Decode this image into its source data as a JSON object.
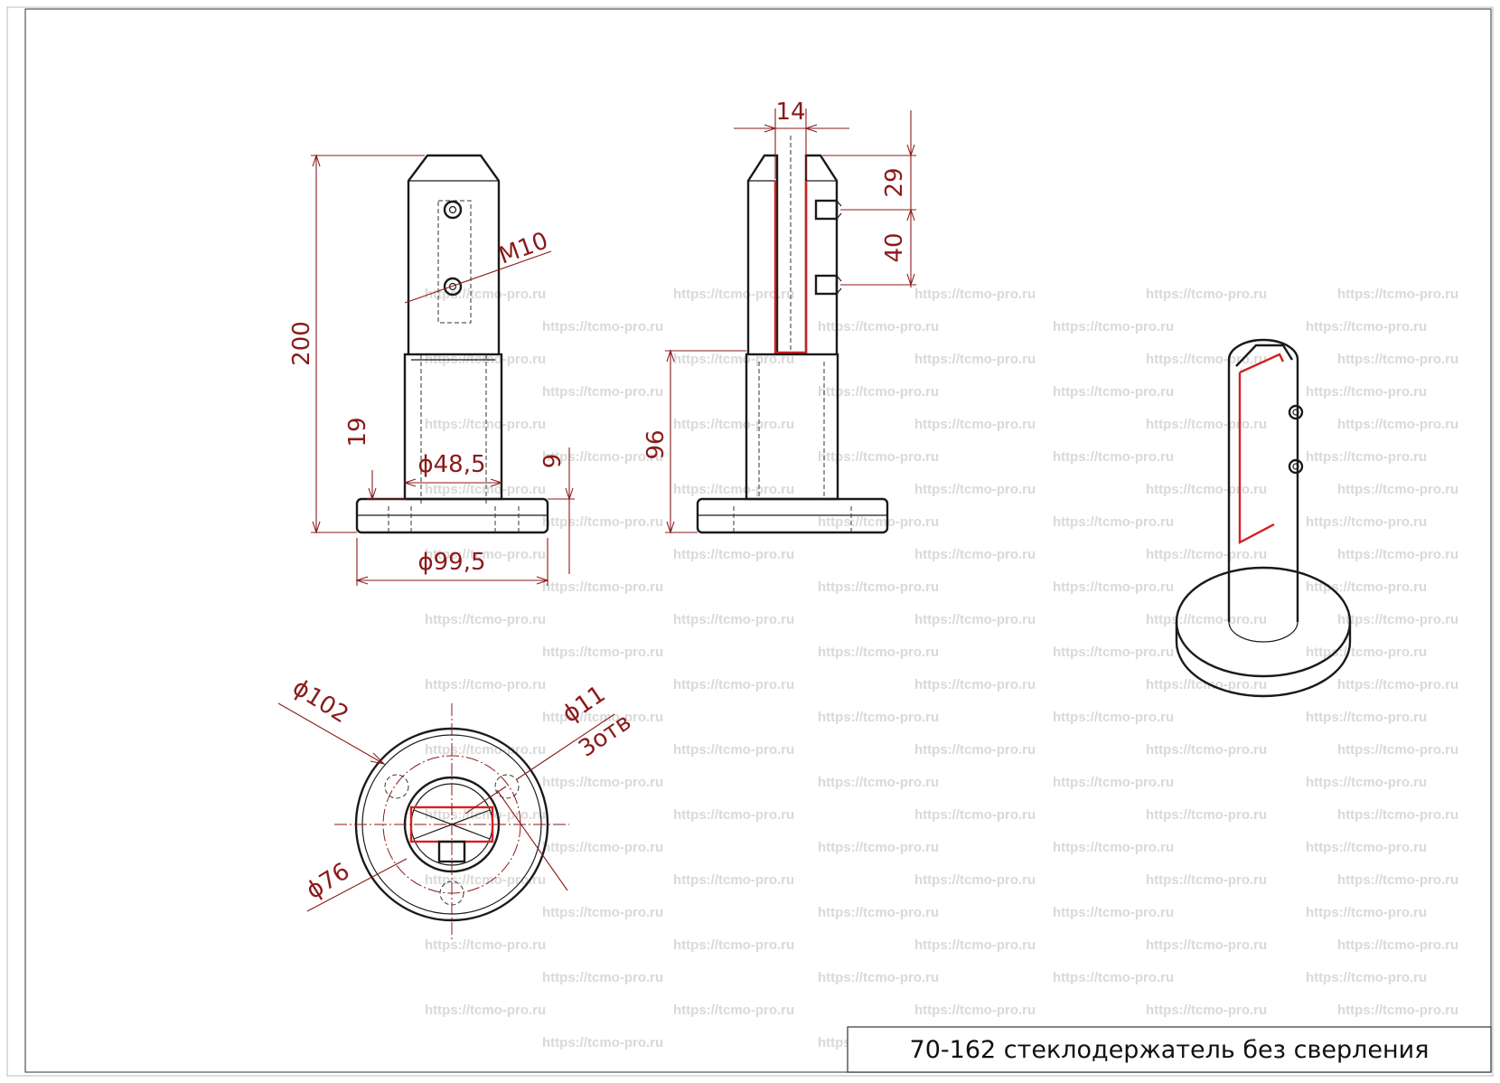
{
  "watermark": "https://tcmo-pro.ru",
  "title_block": {
    "text": "70-162 стеклодержатель без сверления"
  },
  "front_view": {
    "dims": {
      "height_total": "200",
      "base_height": "19",
      "thread": "M10",
      "tube_diameter": "ϕ48,5",
      "plate_thickness": "9",
      "base_diameter": "ϕ99,5"
    }
  },
  "side_view": {
    "dims": {
      "slot_width": "14",
      "screw_top": "29",
      "screw_spacing": "40",
      "tube_height": "96"
    }
  },
  "top_view": {
    "dims": {
      "outer_diameter": "ϕ102",
      "hole_diameter": "ϕ11",
      "hole_count": "3отв",
      "bolt_circle": "ϕ76"
    }
  },
  "colors": {
    "line": "#1a1a1a",
    "dimension": "#8b1a1a",
    "glass": "#d42020",
    "watermark": "#d9d9d9"
  }
}
